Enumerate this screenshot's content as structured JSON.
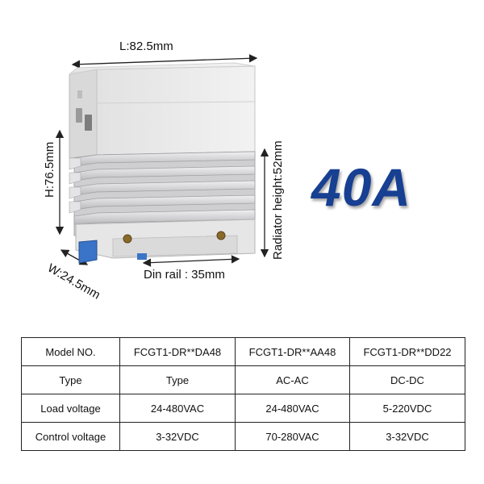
{
  "dimensions": {
    "length": "L:82.5mm",
    "height": "H:76.5mm",
    "width": "W:24.5mm",
    "din_rail": "Din rail : 35mm",
    "radiator_height": "Radiator height:52mm"
  },
  "rating": "40A",
  "colors": {
    "rating_blue": "#173f92",
    "din_clip_blue": "#3a74c8",
    "housing_gray": "#e9e9e9",
    "heatsink_silver": "#d4d4d6"
  },
  "spec_table": {
    "rows": [
      [
        "Model NO.",
        "FCGT1-DR**DA48",
        "FCGT1-DR**AA48",
        "FCGT1-DR**DD22"
      ],
      [
        "Type",
        "Type",
        "AC-AC",
        "DC-DC"
      ],
      [
        "Load voltage",
        "24-480VAC",
        "24-480VAC",
        "5-220VDC"
      ],
      [
        "Control voltage",
        "3-32VDC",
        "70-280VAC",
        "3-32VDC"
      ]
    ]
  }
}
